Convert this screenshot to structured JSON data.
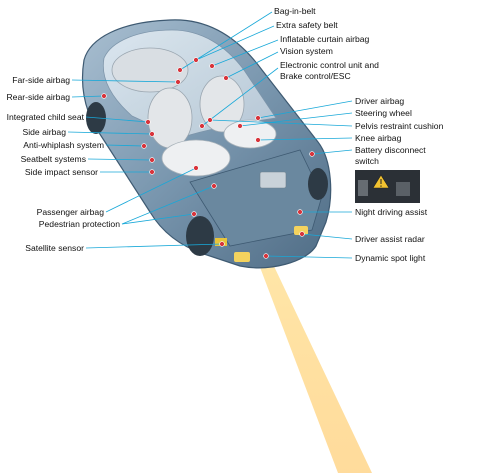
{
  "colors": {
    "leader": "#18a8d8",
    "dot": "#d8343b",
    "body": "#6f8ea8",
    "beam": "#ffd98a",
    "text": "#111111"
  },
  "icons": [
    "car-cutaway-illustration",
    "night-vision-warning-icon",
    "headlight-beam"
  ],
  "labels_left": [
    {
      "id": "far_side_airbag",
      "text": "Far-side airbag"
    },
    {
      "id": "rear_side_airbag",
      "text": "Rear-side airbag"
    },
    {
      "id": "integrated_child_seat",
      "text": "Integrated child seat"
    },
    {
      "id": "side_airbag",
      "text": "Side airbag"
    },
    {
      "id": "anti_whiplash",
      "text": "Anti-whiplash system"
    },
    {
      "id": "seatbelt_systems",
      "text": "Seatbelt systems"
    },
    {
      "id": "side_impact_sensor",
      "text": "Side impact sensor"
    },
    {
      "id": "passenger_airbag",
      "text": "Passenger airbag"
    },
    {
      "id": "pedestrian_protection",
      "text": "Pedestrian protection"
    },
    {
      "id": "satellite_sensor",
      "text": "Satellite sensor"
    }
  ],
  "labels_right": [
    {
      "id": "bag_in_belt",
      "text": "Bag-in-belt"
    },
    {
      "id": "extra_safety_belt",
      "text": "Extra safety belt"
    },
    {
      "id": "inflatable_curtain",
      "text": "Inflatable curtain airbag"
    },
    {
      "id": "vision_system",
      "text": "Vision system"
    },
    {
      "id": "ecu_line1",
      "text": "Electronic control unit and"
    },
    {
      "id": "ecu_line2",
      "text": "Brake control/ESC"
    },
    {
      "id": "driver_airbag",
      "text": "Driver airbag"
    },
    {
      "id": "steering_wheel",
      "text": "Steering wheel"
    },
    {
      "id": "pelvis_cushion",
      "text": "Pelvis restraint cushion"
    },
    {
      "id": "knee_airbag",
      "text": "Knee airbag"
    },
    {
      "id": "battery_line1",
      "text": "Battery disconnect"
    },
    {
      "id": "battery_line2",
      "text": "switch"
    },
    {
      "id": "night_driving",
      "text": "Night driving assist"
    },
    {
      "id": "driver_assist_radar",
      "text": "Driver assist radar"
    },
    {
      "id": "dynamic_spot_light",
      "text": "Dynamic spot light"
    }
  ]
}
